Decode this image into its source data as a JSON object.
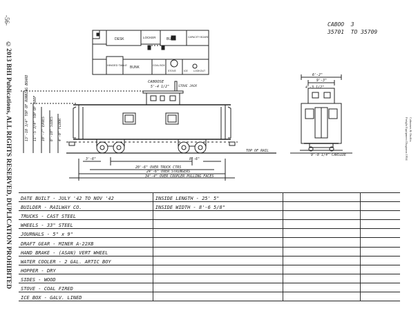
{
  "page": {
    "page_number": "-56-",
    "copyright": "©2013 BHI Publications, ALL RIGHTS RESERVED, DUPLICATION PROHIBITED",
    "right_margin_1": "Cabooses & Outfits",
    "right_margin_2": "Freight Equipment Diagrams 1954",
    "car_number_line1": "CABOO  3",
    "car_number_line2": "35701  TO 35709"
  },
  "floor_plan": {
    "desk": "DESK",
    "locker": "LOCKER",
    "bunk_top": "BUNK",
    "capacity_board": "CAPACITY BOARD",
    "hinged_table": "HINGED TABLE",
    "bunk_bottom": "BUNK",
    "coal_box": "COAL BOX",
    "stove": "STOVE",
    "ice_box": "ICE",
    "lookout": "LOOKOUT"
  },
  "side_elevation": {
    "caboose_label": "CABOOSE",
    "stove_jack": "STOVE JACK",
    "over_pins": "20'-6\" OVER TRUCK CTRS",
    "over_stringers": "24'-6\" OVER STRINGERS",
    "over_couplers": "34'-4\" OVER COUPLER PULLING FACES",
    "dim_8_6": "8'-6\"",
    "dim_left": "3'-6\"",
    "top_of_rail": "TOP OF RAIL",
    "dim_5_4": "5'-4 1/2\""
  },
  "end_elevation": {
    "top_width": "6'-2\"",
    "width_2": "9'-3\"",
    "width_3": "4'-3 1/2\"",
    "bottom_width": "9'-8 1/4\" CARSIDE"
  },
  "specs": [
    {
      "left": "DATE BUILT - JULY '42  TO  NOV '42",
      "right": "INSIDE LENGTH - 25' 5\""
    },
    {
      "left": "BUILDER - RAILWAY CO.",
      "right": "INSIDE WIDTH - 8'-6 5/8\""
    },
    {
      "left": "TRUCKS - CAST STEEL",
      "right": ""
    },
    {
      "left": "WHEELS - 33\" STEEL",
      "right": ""
    },
    {
      "left": "JOURNALS - 5\" x 9\"",
      "right": ""
    },
    {
      "left": "DRAFT GEAR - MINER A-22XB",
      "right": ""
    },
    {
      "left": "HAND BRAKE - (ASAN) VERT WHEEL",
      "right": ""
    },
    {
      "left": "WATER COOLER - 2 GAL. ARTIC BOY",
      "right": ""
    },
    {
      "left": "HOPPER - DRY",
      "right": ""
    },
    {
      "left": "SIDES - WOOD",
      "right": ""
    },
    {
      "left": "STOVE - COAL FIRED",
      "right": ""
    },
    {
      "left": "ICE BOX - GALV. LINED",
      "right": ""
    }
  ]
}
